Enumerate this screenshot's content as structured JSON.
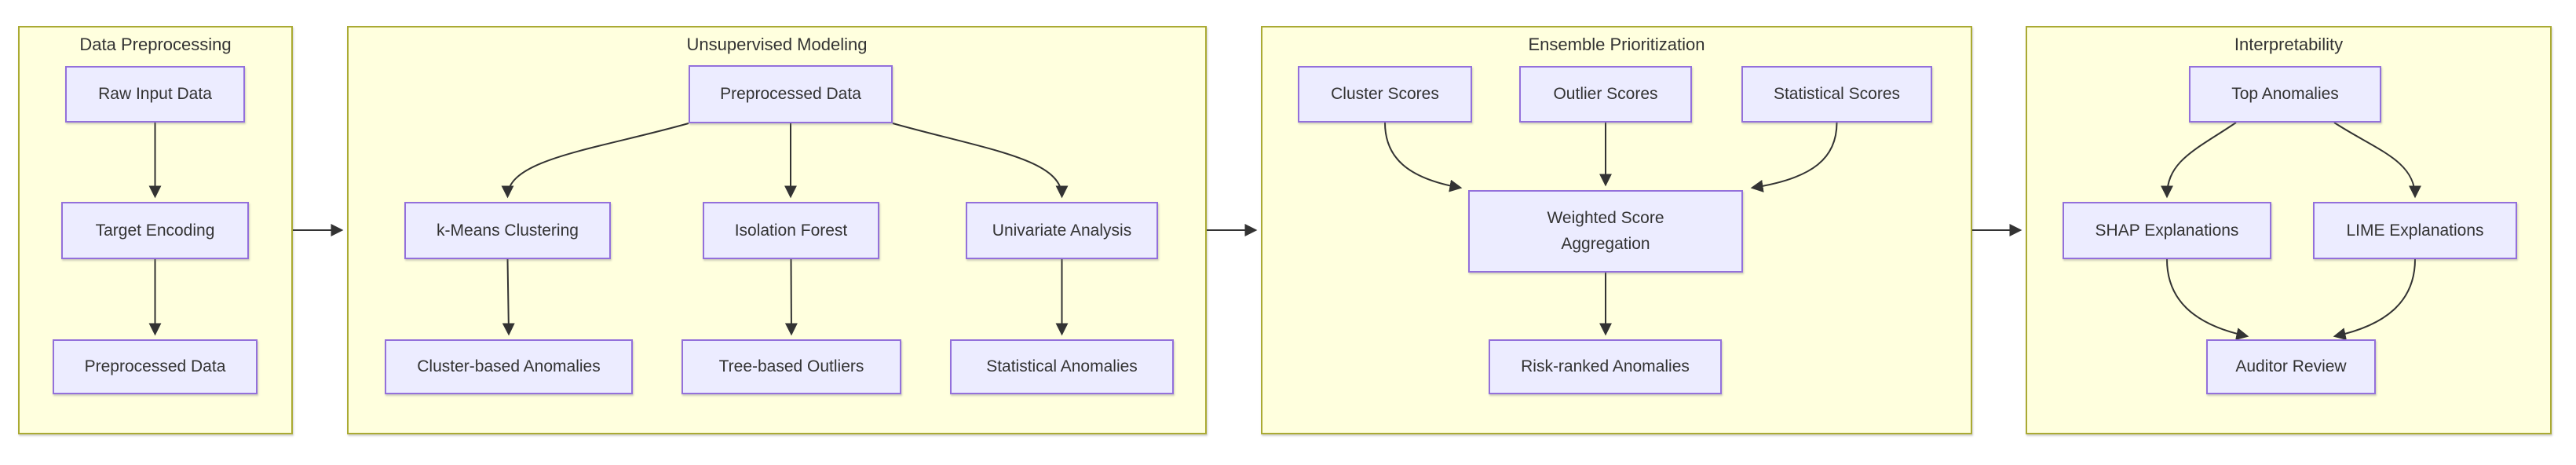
{
  "colors": {
    "node_fill": "#ECECFF",
    "node_border": "#9370DB",
    "section_fill": "#FFFFDE",
    "section_border": "#AAAA33",
    "edge_color": "#333333",
    "text_color": "#333333",
    "page_background": "#FFFFFF"
  },
  "sections": [
    {
      "title": "Data Preprocessing",
      "nodes": [
        {
          "label": "Raw Input Data"
        },
        {
          "label": "Target Encoding"
        },
        {
          "label": "Preprocessed Data"
        }
      ]
    },
    {
      "title": "Unsupervised Modeling",
      "nodes": [
        {
          "label": "Preprocessed Data"
        },
        {
          "label": "k-Means Clustering"
        },
        {
          "label": "Isolation Forest"
        },
        {
          "label": "Univariate Analysis"
        },
        {
          "label": "Cluster-based Anomalies"
        },
        {
          "label": "Tree-based Outliers"
        },
        {
          "label": "Statistical Anomalies"
        }
      ]
    },
    {
      "title": "Ensemble Prioritization",
      "nodes": [
        {
          "label": "Cluster Scores"
        },
        {
          "label": "Outlier Scores"
        },
        {
          "label": "Statistical Scores"
        },
        {
          "label": "Weighted Score Aggregation"
        },
        {
          "label": "Risk-ranked Anomalies"
        }
      ]
    },
    {
      "title": "Interpretability",
      "nodes": [
        {
          "label": "Top Anomalies"
        },
        {
          "label": "SHAP Explanations"
        },
        {
          "label": "LIME Explanations"
        },
        {
          "label": "Auditor Review"
        }
      ]
    }
  ],
  "edges": [
    {
      "from": "Raw Input Data",
      "to": "Target Encoding"
    },
    {
      "from": "Target Encoding",
      "to": "Preprocessed Data"
    },
    {
      "from": "Preprocessed Data",
      "to": "k-Means Clustering"
    },
    {
      "from": "Preprocessed Data",
      "to": "Isolation Forest"
    },
    {
      "from": "Preprocessed Data",
      "to": "Univariate Analysis"
    },
    {
      "from": "k-Means Clustering",
      "to": "Cluster-based Anomalies"
    },
    {
      "from": "Isolation Forest",
      "to": "Tree-based Outliers"
    },
    {
      "from": "Univariate Analysis",
      "to": "Statistical Anomalies"
    },
    {
      "from": "Cluster Scores",
      "to": "Weighted Score Aggregation"
    },
    {
      "from": "Outlier Scores",
      "to": "Weighted Score Aggregation"
    },
    {
      "from": "Statistical Scores",
      "to": "Weighted Score Aggregation"
    },
    {
      "from": "Weighted Score Aggregation",
      "to": "Risk-ranked Anomalies"
    },
    {
      "from": "Top Anomalies",
      "to": "SHAP Explanations"
    },
    {
      "from": "Top Anomalies",
      "to": "LIME Explanations"
    },
    {
      "from": "SHAP Explanations",
      "to": "Auditor Review"
    },
    {
      "from": "LIME Explanations",
      "to": "Auditor Review"
    },
    {
      "from": "Data Preprocessing",
      "to": "Unsupervised Modeling"
    },
    {
      "from": "Unsupervised Modeling",
      "to": "Ensemble Prioritization"
    },
    {
      "from": "Ensemble Prioritization",
      "to": "Interpretability"
    }
  ]
}
